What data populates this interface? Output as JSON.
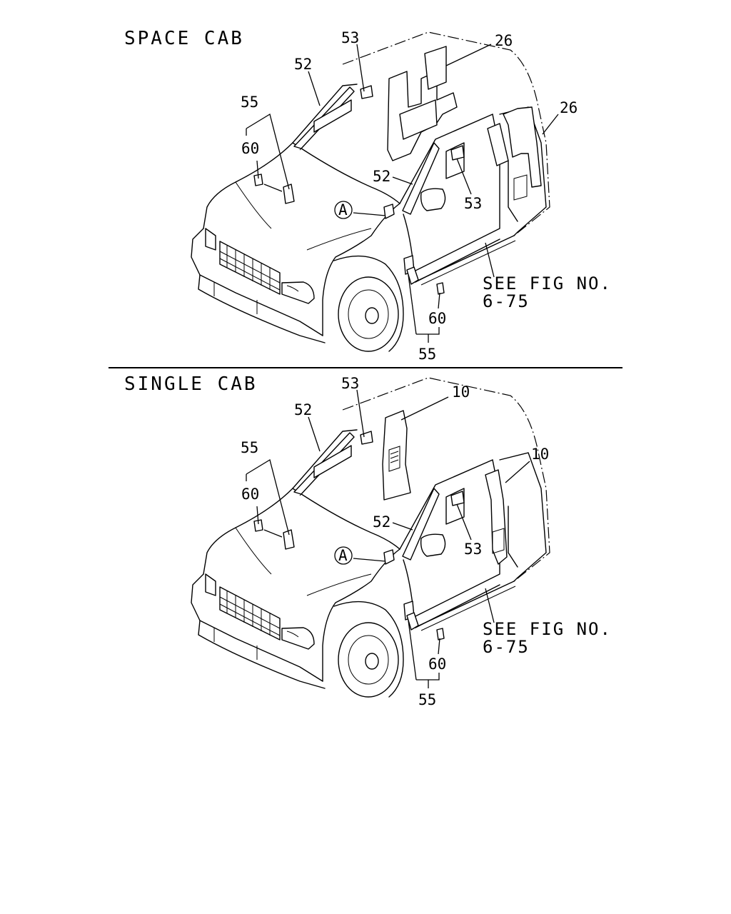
{
  "sections": [
    {
      "title": "SPACE CAB",
      "callouts": {
        "a": "53",
        "b": "26",
        "c": "52",
        "d": "26",
        "e": "55",
        "f": "60",
        "g": "52",
        "h": "53",
        "i": "A",
        "j": "60",
        "k": "55"
      },
      "note": {
        "line1": "SEE FIG NO.",
        "line2": "6-75"
      }
    },
    {
      "title": "SINGLE CAB",
      "callouts": {
        "a": "53",
        "b": "10",
        "c": "52",
        "d": "10",
        "e": "55",
        "f": "60",
        "g": "52",
        "h": "53",
        "i": "A",
        "j": "60",
        "k": "55"
      },
      "note": {
        "line1": "SEE FIG NO.",
        "line2": "6-75"
      }
    }
  ]
}
